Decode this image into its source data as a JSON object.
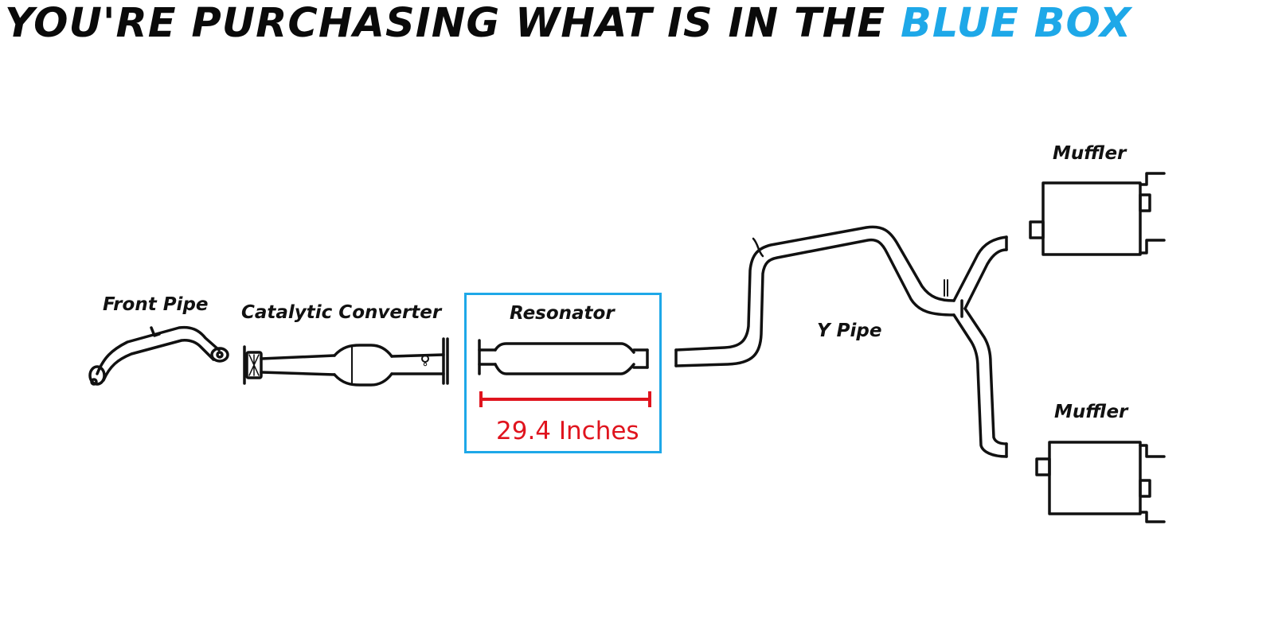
{
  "headline": {
    "black_text": "YOU'RE PURCHASING WHAT IS IN THE ",
    "blue_text": "BLUE BOX"
  },
  "labels": {
    "front_pipe": "Front Pipe",
    "catalytic_converter": "Catalytic Converter",
    "resonator": "Resonator",
    "y_pipe": "Y Pipe",
    "muffler_top": "Muffler",
    "muffler_bottom": "Muffler"
  },
  "measurement": {
    "text": "29.4 Inches"
  },
  "colors": {
    "headline_black": "#0a0a0a",
    "headline_blue": "#1ea8e8",
    "box_border": "#1ea8e8",
    "measure_red": "#e0141e",
    "line": "#111111"
  }
}
